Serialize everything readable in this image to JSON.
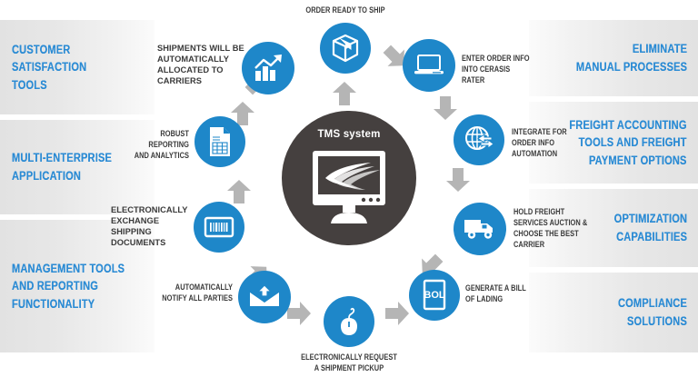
{
  "hub": {
    "label": "TMS system",
    "icon": "monitor-swoosh-icon",
    "color": "#45403f"
  },
  "theme": {
    "accent_blue": "#1e87c9",
    "panel_text_blue": "#2b8bd4",
    "node_label_gray": "#3a3a3a",
    "arrow_gray": "#b0b0b0",
    "hub_gray": "#45403f"
  },
  "left_panels": [
    {
      "id": "customer-satisfaction-tools",
      "text": "CUSTOMER\nSATISFACTION\nTOOLS"
    },
    {
      "id": "multi-enterprise-application",
      "text": "MULTI-ENTERPRISE\nAPPLICATION"
    },
    {
      "id": "management-tools-and-reporting",
      "text": "MANAGEMENT TOOLS\nAND REPORTING\nFUNCTIONALITY"
    }
  ],
  "right_panels": [
    {
      "id": "eliminate-manual-processes",
      "text": "ELIMINATE\nMANUAL PROCESSES"
    },
    {
      "id": "freight-accounting-tools",
      "text": "FREIGHT ACCOUNTING\nTOOLS AND FREIGHT\nPAYMENT OPTIONS"
    },
    {
      "id": "optimization-capabilities",
      "text": "OPTIMIZATION\nCAPABILITIES"
    },
    {
      "id": "compliance-solutions",
      "text": "COMPLIANCE SOLUTIONS"
    }
  ],
  "nodes": [
    {
      "id": "order-ready-to-ship",
      "label": "ORDER READY TO SHIP",
      "icon": "package-box-icon"
    },
    {
      "id": "enter-order-info",
      "label": "ENTER ORDER INFO\nINTO CERASIS\nRATER",
      "icon": "laptop-icon"
    },
    {
      "id": "integrate-order-automation",
      "label": "INTEGRATE FOR\nORDER INFO\nAUTOMATION",
      "icon": "globe-exchange-icon"
    },
    {
      "id": "hold-freight-auction",
      "label": "HOLD FREIGHT\nSERVICES AUCTION &\nCHOOSE THE BEST\nCARRIER",
      "icon": "truck-icon"
    },
    {
      "id": "generate-bill-of-lading",
      "label": "GENERATE A BILL\nOF LADING",
      "icon": "bol-document-icon",
      "icon_text": "BOL"
    },
    {
      "id": "request-shipment-pickup",
      "label": "ELECTRONICALLY REQUEST\nA SHIPMENT PICKUP",
      "icon": "computer-mouse-icon"
    },
    {
      "id": "notify-all-parties",
      "label": "AUTOMATICALLY\nNOTIFY ALL PARTIES",
      "icon": "envelope-icon"
    },
    {
      "id": "exchange-shipping-docs",
      "label": "ELECTRONICALLY\nEXCHANGE\nSHIPPING\nDOCUMENTS",
      "icon": "barcode-icon"
    },
    {
      "id": "robust-reporting-analytics",
      "label": "ROBUST REPORTING\nAND ANALYTICS",
      "icon": "report-document-icon"
    },
    {
      "id": "shipments-allocated",
      "label": "SHIPMENTS WILL BE\nAUTOMATICALLY\nALLOCATED TO\nCARRIERS",
      "icon": "growth-chart-icon"
    }
  ]
}
